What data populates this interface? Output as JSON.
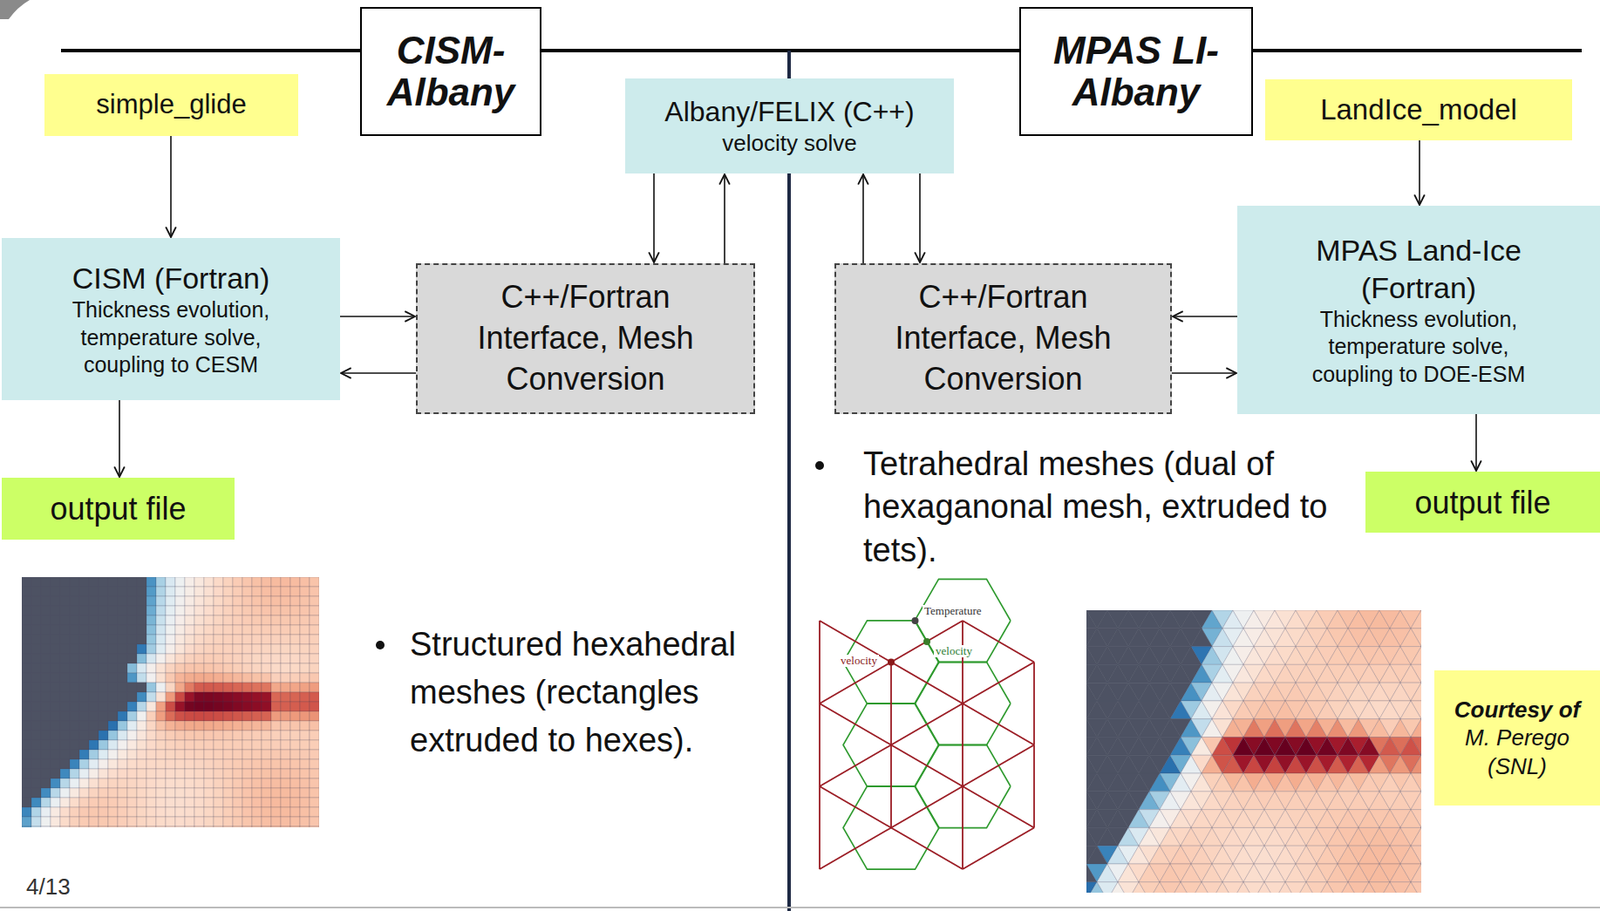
{
  "diagram": {
    "nodes": [
      {
        "text": [
          "CISM- Albany"
        ]
      },
      {
        "text": [
          "simple_glide"
        ]
      },
      {
        "text": [
          "Albany/FELIX (C++)",
          "velocity solve"
        ]
      },
      {
        "text": [
          "MPAS LI- Albany"
        ]
      },
      {
        "text": [
          "LandIce_model"
        ]
      },
      {
        "text": [
          "CISM (Fortran)",
          "Thickness evolution, temperature solve, coupling to CESM"
        ]
      },
      {
        "text": [
          "C++/Fortran Interface, Mesh Conversion"
        ]
      },
      {
        "text": [
          "C++/Fortran Interface, Mesh Conversion"
        ]
      },
      {
        "text": [
          "MPAS Land-Ice (Fortran)",
          "Thickness evolution, temperature solve, coupling to DOE-ESM"
        ]
      },
      {
        "text": [
          "output file"
        ]
      },
      {
        "text": [
          "output file"
        ]
      },
      {
        "text": [
          "Courtesy of",
          "M. Perego (SNL)"
        ]
      }
    ],
    "edges": [
      {
        "from": 1,
        "to": 5,
        "arrow": "to"
      },
      {
        "from": 5,
        "to": 9,
        "arrow": "to"
      },
      {
        "from": 5,
        "to": 6,
        "arrow": "to"
      },
      {
        "from": 6,
        "to": 5,
        "arrow": "to"
      },
      {
        "from": 2,
        "to": 6,
        "arrow": "to"
      },
      {
        "from": 6,
        "to": 2,
        "arrow": "to"
      },
      {
        "from": 7,
        "to": 2,
        "arrow": "to"
      },
      {
        "from": 2,
        "to": 7,
        "arrow": "to"
      },
      {
        "from": 8,
        "to": 7,
        "arrow": "to"
      },
      {
        "from": 7,
        "to": 8,
        "arrow": "to"
      },
      {
        "from": 4,
        "to": 8,
        "arrow": "to"
      },
      {
        "from": 8,
        "to": 10,
        "arrow": "to"
      }
    ],
    "labels": [
      "Structured hexahedral meshes (rectangles extruded to hexes).",
      "Tetrahedral meshes (dual of hexaganonal mesh, extruded to tets).",
      "velocity",
      "velocity",
      "Temperature",
      "4/13"
    ]
  }
}
